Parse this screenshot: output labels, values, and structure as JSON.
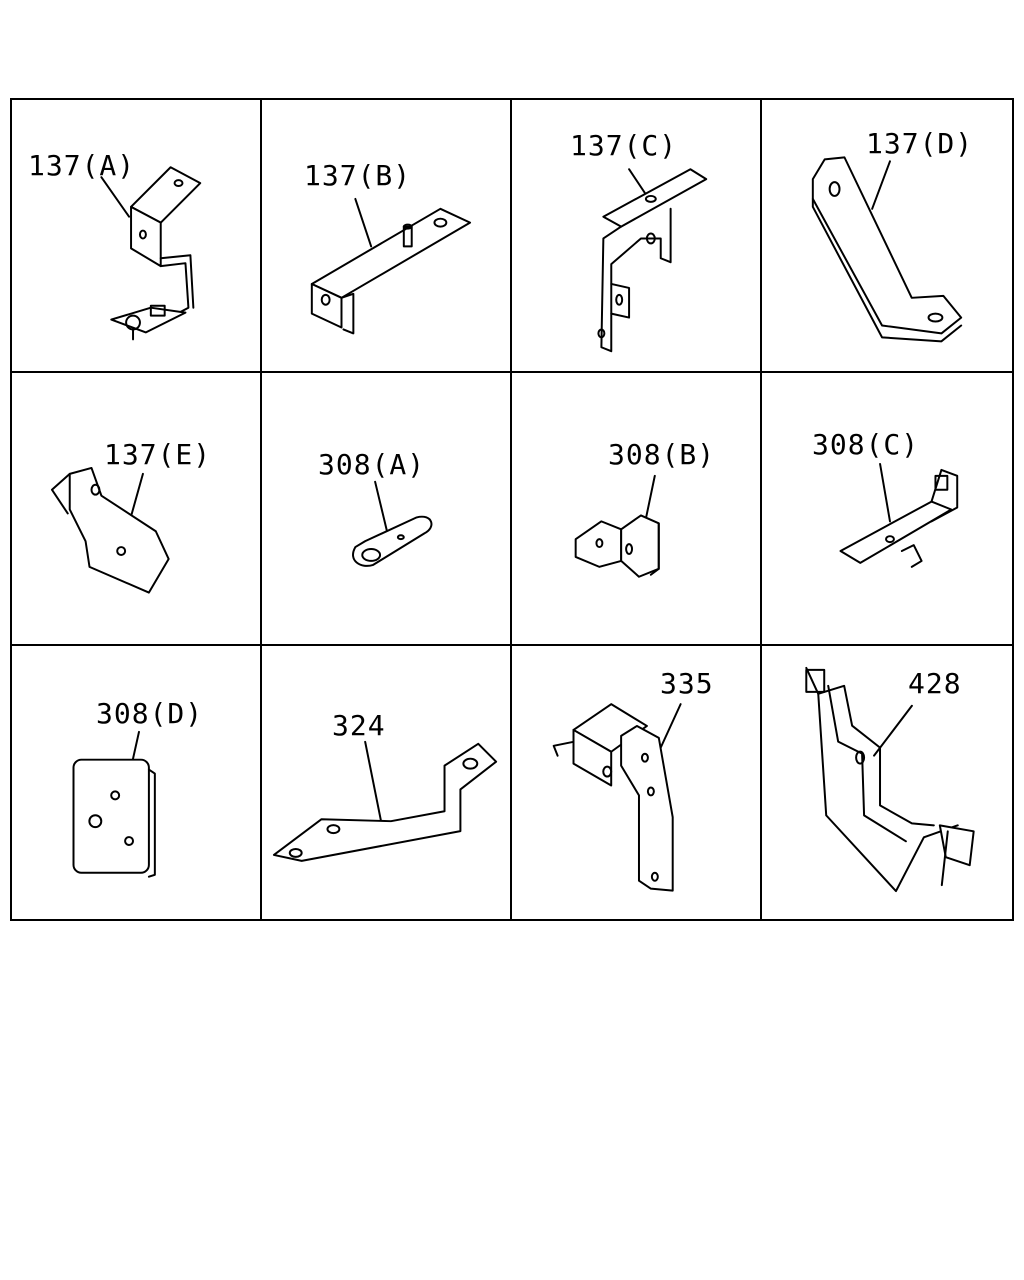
{
  "diagram": {
    "parts": [
      {
        "id": "137A",
        "label": "137(A)"
      },
      {
        "id": "137B",
        "label": "137(B)"
      },
      {
        "id": "137C",
        "label": "137(C)"
      },
      {
        "id": "137D",
        "label": "137(D)"
      },
      {
        "id": "137E",
        "label": "137(E)"
      },
      {
        "id": "308A",
        "label": "308(A)"
      },
      {
        "id": "308B",
        "label": "308(B)"
      },
      {
        "id": "308C",
        "label": "308(C)"
      },
      {
        "id": "308D",
        "label": "308(D)"
      },
      {
        "id": "324",
        "label": "324"
      },
      {
        "id": "335",
        "label": "335"
      },
      {
        "id": "428",
        "label": "428"
      }
    ]
  }
}
